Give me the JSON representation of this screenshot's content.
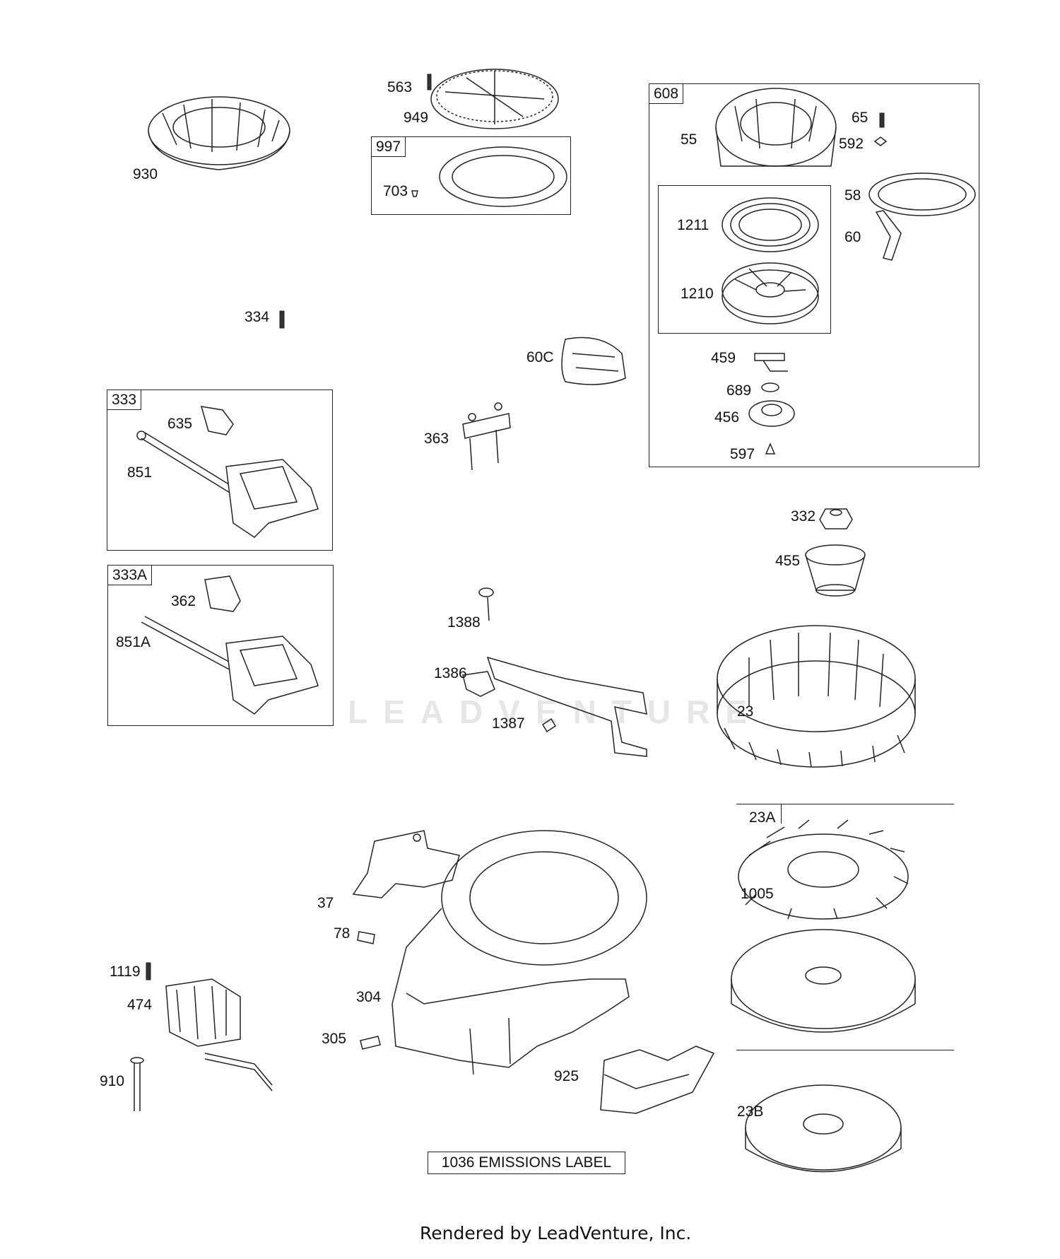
{
  "labels": {
    "p930": "930",
    "p563": "563",
    "p949": "949",
    "p997": "997",
    "p703": "703",
    "p608": "608",
    "p55": "55",
    "p65": "65",
    "p592": "592",
    "p58": "58",
    "p60": "60",
    "p1211": "1211",
    "p1210": "1210",
    "p459": "459",
    "p689": "689",
    "p456": "456",
    "p597": "597",
    "p334": "334",
    "p60c": "60C",
    "p333": "333",
    "p635": "635",
    "p851": "851",
    "p363": "363",
    "p333a": "333A",
    "p362": "362",
    "p851a": "851A",
    "p1388": "1388",
    "p1386": "1386",
    "p1387": "1387",
    "p332": "332",
    "p455": "455",
    "p23": "23",
    "p23a": "23A",
    "p1005": "1005",
    "p23b": "23B",
    "p37": "37",
    "p78": "78",
    "p304": "304",
    "p305": "305",
    "p925": "925",
    "p1119": "1119",
    "p474": "474",
    "p910": "910"
  },
  "emissions_label": "1036 EMISSIONS LABEL",
  "footer": "Rendered by LeadVenture, Inc.",
  "watermark": "LEADVENTURE"
}
